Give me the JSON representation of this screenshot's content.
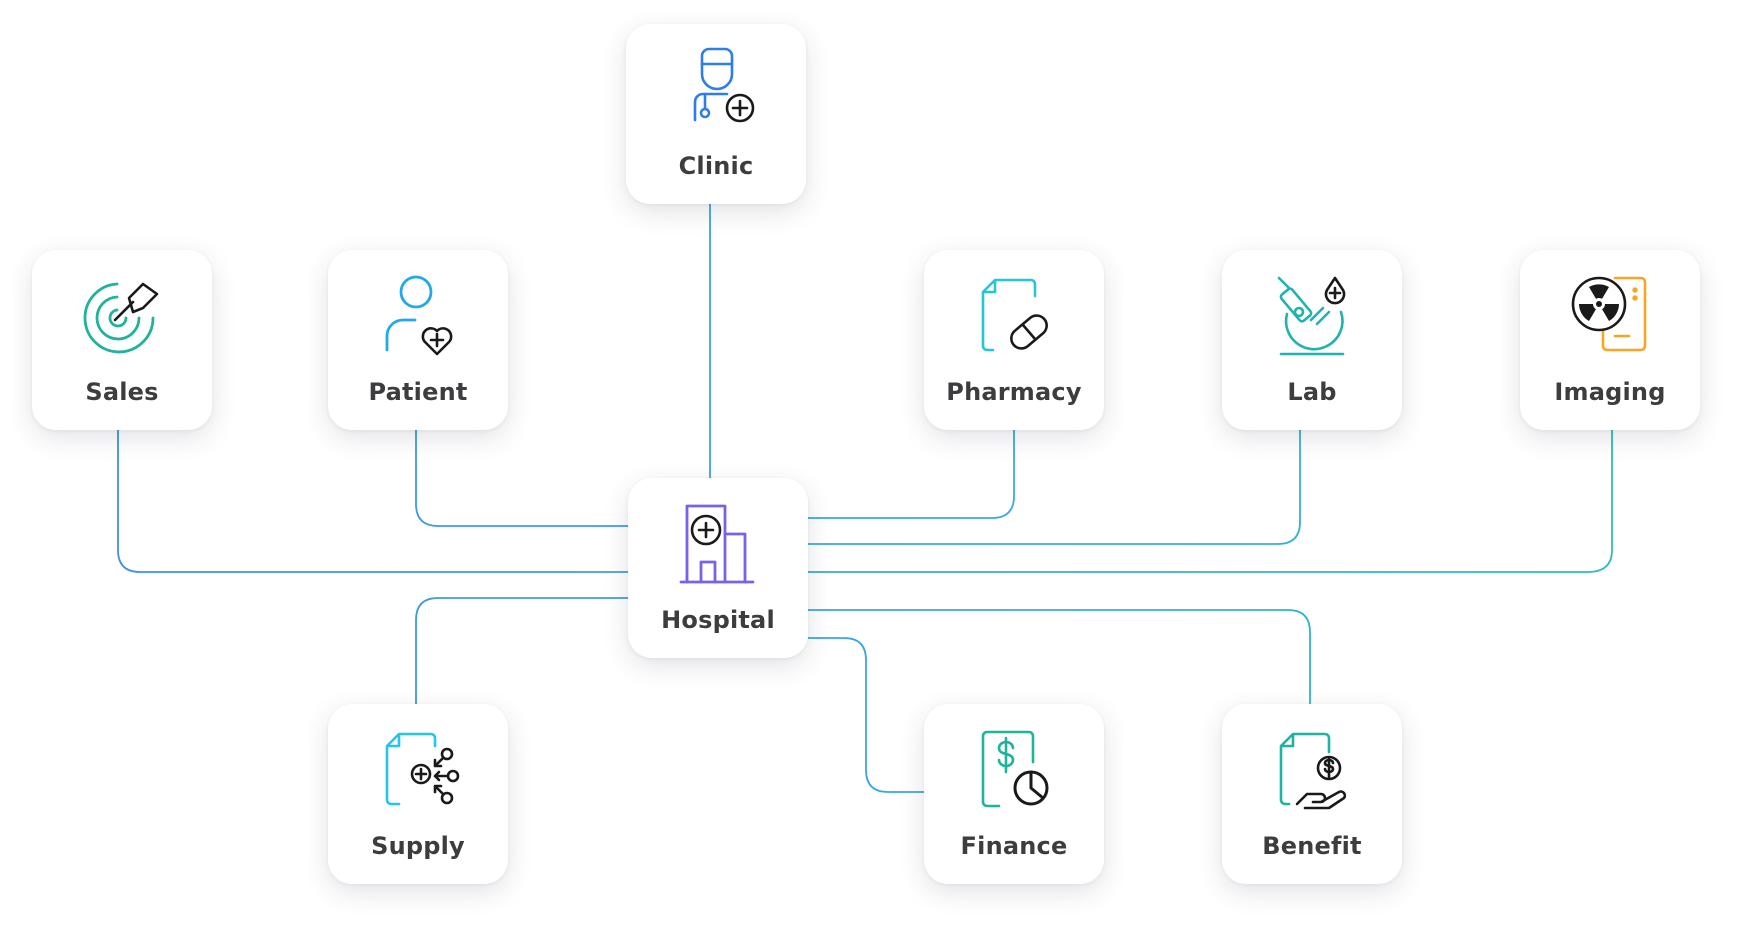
{
  "nodes": {
    "clinic": {
      "label": "Clinic",
      "icon": "doctor-stethoscope-icon"
    },
    "sales": {
      "label": "Sales",
      "icon": "target-dart-icon"
    },
    "patient": {
      "label": "Patient",
      "icon": "patient-heart-icon"
    },
    "pharmacy": {
      "label": "Pharmacy",
      "icon": "prescription-pill-icon"
    },
    "lab": {
      "label": "Lab",
      "icon": "microscope-drop-icon"
    },
    "imaging": {
      "label": "Imaging",
      "icon": "radiation-report-icon"
    },
    "hospital": {
      "label": "Hospital",
      "icon": "hospital-building-icon"
    },
    "supply": {
      "label": "Supply",
      "icon": "supply-flow-icon"
    },
    "finance": {
      "label": "Finance",
      "icon": "finance-chart-icon"
    },
    "benefit": {
      "label": "Benefit",
      "icon": "benefit-hand-icon"
    }
  },
  "edges": [
    [
      "hospital",
      "clinic"
    ],
    [
      "hospital",
      "sales"
    ],
    [
      "hospital",
      "patient"
    ],
    [
      "hospital",
      "pharmacy"
    ],
    [
      "hospital",
      "lab"
    ],
    [
      "hospital",
      "imaging"
    ],
    [
      "hospital",
      "supply"
    ],
    [
      "hospital",
      "finance"
    ],
    [
      "hospital",
      "benefit"
    ]
  ],
  "colors": {
    "connector_blue": "#3d8fe0",
    "connector_teal": "#2fbfb3",
    "label": "#3d3d40",
    "blue": "#2f7ee6",
    "teal": "#1fb39a",
    "cyan": "#25c6e6",
    "purple": "#7a62e8",
    "orange": "#f5a623",
    "dark": "#1a1a1a"
  }
}
